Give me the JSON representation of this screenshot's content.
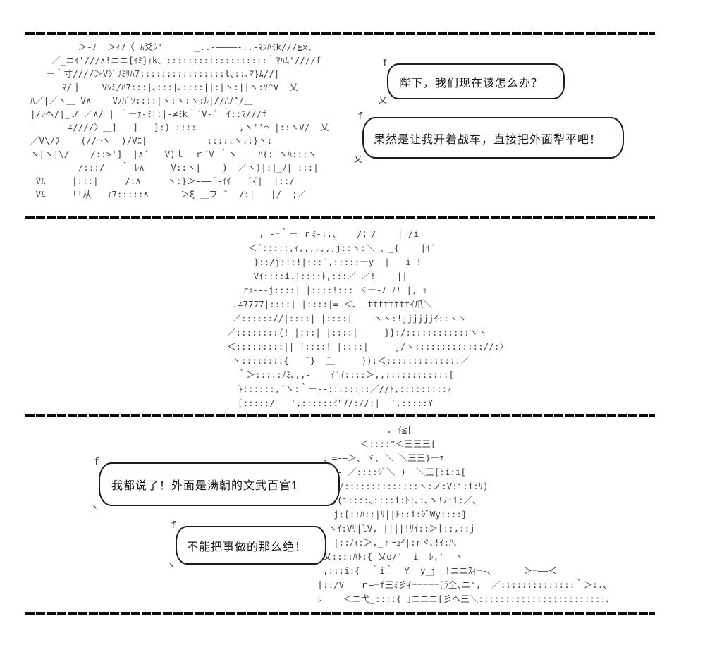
{
  "meta": {
    "type": "ascii-art-comic",
    "panel_count": 3
  },
  "colors": {
    "background": "#ffffff",
    "separator_line": "#0b0b0b",
    "aa_ink": "#3f3f3f",
    "bubble_border": "#1c1c1c",
    "bubble_text": "#161616"
  },
  "dialogue": {
    "bubble1": "陛下，我们现在该怎么办？",
    "bubble2": "果然是让我开着战车，直接把外面犁平吧！",
    "bubble3": "我都说了！外面是满朝的文武百官1",
    "bubble4": "不能把事做的那么绝！"
  },
  "tails": {
    "top": "f",
    "bottom_x": "乂",
    "bottom_v": "ヽ"
  },
  "panels": [
    {
      "aa": [
        "           ＞-ﾉ  ＞ｨ7〈 ﾑ爻ｼ'      _..-――――-..-ﾏﾝﾊﾐk///≧x、",
        "      ／_ニｲ'///∧!ニニ[ｲﾐ}ｨk、:::::::::::::::::::｀ﾏﾊﾑ'////f",
        "     ー｀寸////＞Vｼﾞﾘﾐﾘﾊ7::::::::::::::::l､::､ﾏ}ﾑ//|",
        "        ﾏ/ｊ    Vｼﾐ/ﾊ7:::|､:::|､::::||:|ヽ:||ヽ:ｿ^V  乂",
        "  ﾊ／|／ヽ＿ V∧    Vﾉﾊﾞﾂ::::|ヽ:ヽ:ヽ:ﾙ|//ﾊﾉ^/＿",
        "  |/ﾚヘ/|_フ ／∧/ | ｀ーｧ-ﾐ|:|-≠ﾐk｀´V-´＿ｲ::ﾏ///f",
        "         ∠////〉＿]   ]   }:) ::::        ,ヽ''⌒ |::ヽV/  乂",
        "  ／V\\/ﾌ    (//⌒ヽ  )/Vﾆ|    ＿＿    :::::ヽ::}ヽ:",
        "  ヽ|ヽ|\\/    /::>']  |∧´   V)ｌ  ｒ´V ｀ヽ    ﾊ(:|ヽﾊ:::ヽ",
        "           /:::/   ｀-ﾚ∧     V::ヽ|    )  ／ヽ)|:|_ﾉ| :::|",
        "   ̄Vﾑ     |:::|     /:∧     ヽ:}＞-――´-ｲｲ   ´{|  |::/",
        "   Vﾑ     !!从   ｨ7:::::∧      ＞ξ_＿フ ̄   /:|   |/  ;／"
      ]
    },
    {
      "aa": [
        "      , -=｀ー ｒﾐ-:.、   /；/    | /i",
        "    ＜´:::::,ｨ,,,,,,,j::ヽ:＼ 、_{    |ｲ´",
        "     }::/j:!:!|:::´,:::::ーy  |   i !",
        "     Vｲ::::i.!::::ﾄ,:::／_／!    ||",
        "  _rｭ---j::::|_|::::!::: ヾー-ﾉ_ﾉ! |, ｭ__",
        " .∠7777|::::| |::::|=-＜､--ttttttttｲ爪＼",
        " ／:::::://|::::| |::::|    ヽヽ:!jjjjjjｲ::ヽヽ",
        "／::::::::{! |:::| |::::|     }}:/::::::::::::ヽヽ",
        "＜:::::::::|| !::::! |::::|     j/ヽ::::::::::::://:〉",
        " ヽ::::::::{   ̄ }  ̄＿     )):＜::::::::::::::／",
        "  ｀＞:::::ﾉﾐ､,,-＿  ｲ´ｲ::::＞,,::::::::::::[",
        "  }::::::,´ヽ:｀ー--::::::::／//ﾄ,:::::::::ﾉ",
        "  [:::::/   ',::::::ﾐ\"7/://:|  ',:::::Y"
      ]
    },
    {
      "aa": [
        "                . ｲ≦[",
        "           ＜::::\"＜三三三[",
        "    、=-―＞､ ヾ､ ＼ ＼三三}ーｧ",
        "    ヽ - ／::::ｼﾞ＼_)  ＼三[:i:i[",
        "     |-/::::::::::::::ヽ:ノ:V:i:i:ﾘ)",
        "    乂,(i::::､::::i:ﾄ:､:､ヽ!ﾉ:i:／、",
        "      j:[::ﾊ::|ﾘ||ﾄ::i:ｼﾞWy::::}",
        "     ヽｲ:Vﾘ|lV, ||||!ﾘｲ::＞[::,::j",
        "      |::ﾉｨ:＞,_ｒｰｭｲ|:rヾ､!ｲ:ﾊ、",
        "    乂::::ﾊﾄ:{ 又o/'  i  ﾚ,'  ヽ",
        "    ,:::i:{  ｀i｀  Y  y_j＿!ニニｽｨ=-､      ＞=――＜",
        "   [::/V   ｒ―=f三ﾐ彡{=====[ﾗ全､ニ',  ／::::::::::::::｀＞:.､",
        "   ﾚ    ＜ニ弋_::::{ ｣ニニニ[彡ヘ三＼::::::::::::::::::::::::､"
      ]
    }
  ]
}
